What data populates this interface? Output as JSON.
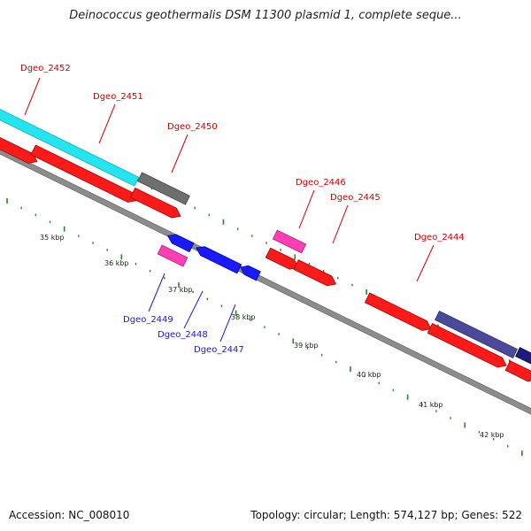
{
  "title": "Deinococcus geothermalis DSM 11300 plasmid 1, complete seque...",
  "footer": {
    "accession": "Accession: NC_008010",
    "topology": "Topology: circular; Length: 574,127 bp; Genes: 522"
  },
  "colors": {
    "backbone": "#888888",
    "tick": "#1f8a1f",
    "forward_label": "#cc0000",
    "reverse_label": "#1a1acc"
  },
  "kbp_labels": [
    "35 kbp",
    "36 kbp",
    "37 kbp",
    "38 kbp",
    "39 kbp",
    "40 kbp",
    "41 kbp",
    "42 kbp"
  ],
  "genes": [
    {
      "name": "Dgeo_2452",
      "strand": "forward"
    },
    {
      "name": "Dgeo_2451",
      "strand": "forward"
    },
    {
      "name": "Dgeo_2450",
      "strand": "forward"
    },
    {
      "name": "Dgeo_2446",
      "strand": "forward"
    },
    {
      "name": "Dgeo_2445",
      "strand": "forward"
    },
    {
      "name": "Dgeo_2444",
      "strand": "forward"
    },
    {
      "name": "Dgeo_2449",
      "strand": "reverse"
    },
    {
      "name": "Dgeo_2448",
      "strand": "reverse"
    },
    {
      "name": "Dgeo_2447",
      "strand": "reverse"
    }
  ]
}
